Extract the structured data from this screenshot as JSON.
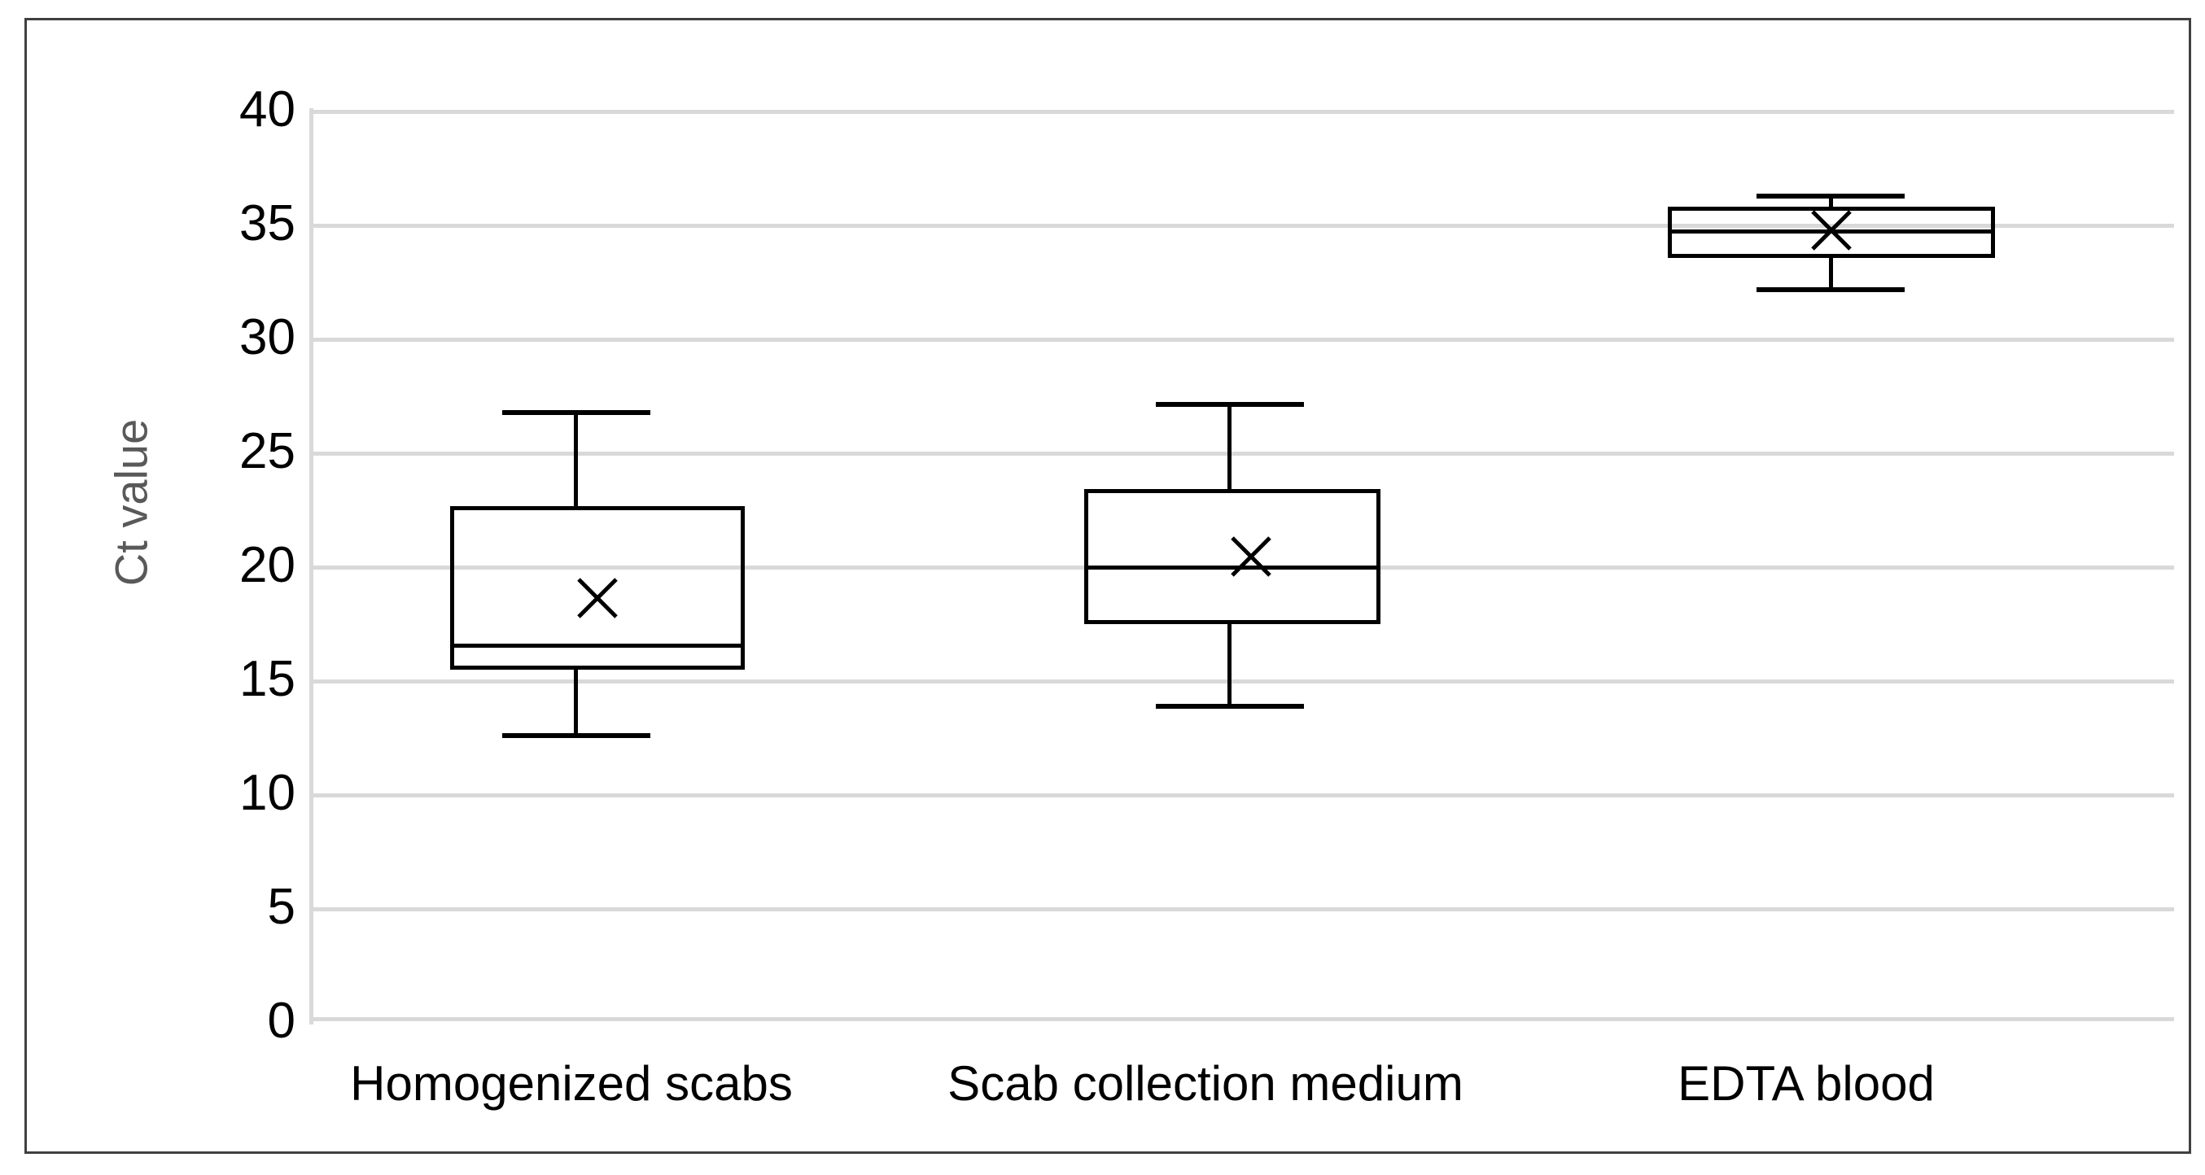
{
  "chart_data": {
    "type": "box",
    "title": "",
    "xlabel": "",
    "ylabel": "Ct value",
    "ylim": [
      0,
      40
    ],
    "ytick_step": 5,
    "yticks": [
      40,
      35,
      30,
      25,
      20,
      15,
      10,
      5,
      0
    ],
    "ytick_labels": [
      "40",
      "35",
      "30",
      "25",
      "20",
      "15",
      "10",
      "5",
      "0"
    ],
    "grid": true,
    "grid_color": "#D9D9D9",
    "legend": "none",
    "box_line_color": "#000000",
    "categories": [
      "Homogenized scabs",
      "Scab collection medium",
      "EDTA blood"
    ],
    "boxes": [
      {
        "category": "Homogenized scabs",
        "min": 12.5,
        "q1": 15.4,
        "median": 16.5,
        "q3": 22.6,
        "max": 26.8,
        "mean": 18.6
      },
      {
        "category": "Scab collection medium",
        "min": 13.8,
        "q1": 17.4,
        "median": 19.9,
        "q3": 23.4,
        "max": 27.1,
        "mean": 20.4
      },
      {
        "category": "EDTA blood",
        "min": 32.2,
        "q1": 33.8,
        "median": 34.9,
        "q3": 35.7,
        "max": 36.3,
        "mean": 34.6
      }
    ]
  },
  "axis": {
    "y_title": "Ct value",
    "y_labels": [
      "40",
      "35",
      "30",
      "25",
      "20",
      "15",
      "10",
      "5",
      "0"
    ],
    "x_labels": [
      "Homogenized scabs",
      "Scab collection medium",
      "EDTA blood"
    ]
  },
  "colors": {
    "grid": "#D9D9D9",
    "frame": "#404040",
    "series_line": "#000000",
    "axis_title": "#595959",
    "tick_label": "#000000",
    "background": "#FFFFFF"
  }
}
